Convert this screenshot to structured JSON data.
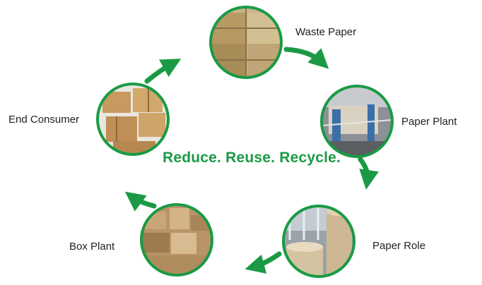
{
  "tagline": "Reduce. Reuse. Recycle.",
  "accent_color": "#1a9a45",
  "stages": [
    {
      "label": "Waste Paper",
      "photo": "waste-paper-bales"
    },
    {
      "label": "Paper Plant",
      "photo": "paper-machine"
    },
    {
      "label": "Paper Role",
      "photo": "paper-rolls"
    },
    {
      "label": "Box Plant",
      "photo": "stacked-cardboard"
    },
    {
      "label": "End Consumer",
      "photo": "shipping-boxes"
    }
  ]
}
